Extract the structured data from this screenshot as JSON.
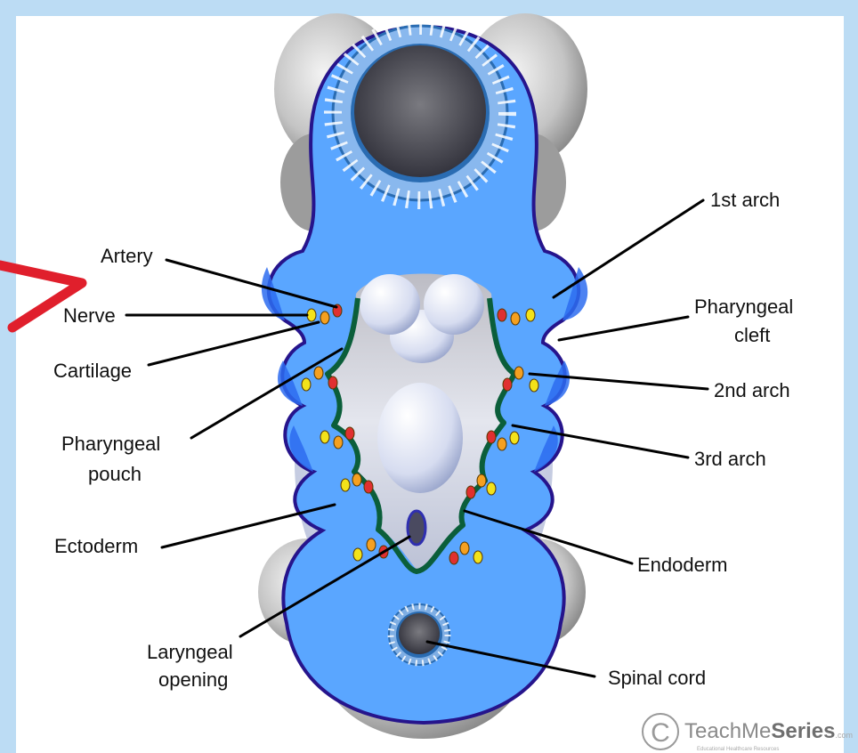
{
  "labels": {
    "artery": "Artery",
    "nerve": "Nerve",
    "cartilage": "Cartilage",
    "pharyngeal_pouch_1": "Pharyngeal",
    "pharyngeal_pouch_2": "pouch",
    "ectoderm": "Ectoderm",
    "laryngeal_1": "Laryngeal",
    "laryngeal_2": "opening",
    "first_arch": "1st arch",
    "pharyngeal_cleft_1": "Pharyngeal",
    "pharyngeal_cleft_2": "cleft",
    "second_arch": "2nd arch",
    "third_arch": "3rd arch",
    "endoderm": "Endoderm",
    "spinal_cord": "Spinal cord"
  },
  "logo": {
    "mark": "C",
    "name_a": "TeachMe",
    "name_b": "Series",
    "suffix": ".com",
    "tagline": "Educational Healthcare Resources"
  },
  "colors": {
    "background": "#bcdcf4",
    "tissue": "#5aa6ff",
    "ectoderm_line": "#26148c",
    "endoderm_line": "#0b5e3a",
    "arrow": "#e01f2c"
  }
}
